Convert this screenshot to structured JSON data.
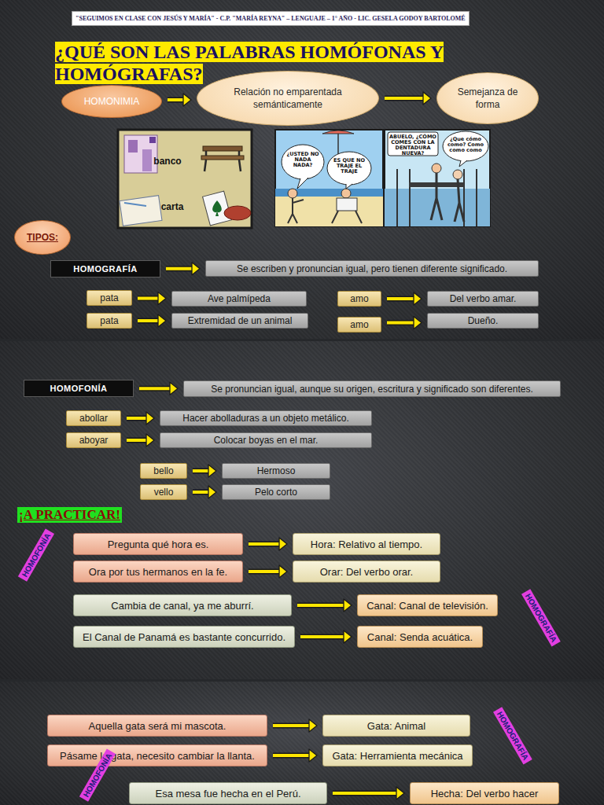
{
  "diagram": {
    "title": "¿QUÉ SON LAS PALABRAS HOMÓFONAS Y HOMÓGRAFAS?",
    "nodes": [
      {
        "text": [
          "HOMONIMIA"
        ]
      },
      {
        "text": [
          "Relación no emparentada semánticamente"
        ]
      },
      {
        "text": [
          "Semejanza de forma"
        ]
      },
      {
        "text": [
          "TIPOS:"
        ]
      },
      {
        "text": [
          "HOMOGRAFÍA"
        ]
      },
      {
        "text": [
          "Se escriben y pronuncian igual, pero tienen diferente significado."
        ]
      },
      {
        "text": [
          "pata"
        ]
      },
      {
        "text": [
          "Ave palmípeda"
        ]
      },
      {
        "text": [
          "pata"
        ]
      },
      {
        "text": [
          "Extremidad de un animal"
        ]
      },
      {
        "text": [
          "amo"
        ]
      },
      {
        "text": [
          "Del verbo amar."
        ]
      },
      {
        "text": [
          "amo"
        ]
      },
      {
        "text": [
          "Dueño."
        ]
      },
      {
        "text": [
          "HOMOFONÍA"
        ]
      },
      {
        "text": [
          "Se pronuncian igual, aunque su origen, escritura y significado son diferentes."
        ]
      },
      {
        "text": [
          "abollar"
        ]
      },
      {
        "text": [
          "Hacer abolladuras a un objeto metálico."
        ]
      },
      {
        "text": [
          "aboyar"
        ]
      },
      {
        "text": [
          "Colocar boyas en el mar."
        ]
      },
      {
        "text": [
          "bello"
        ]
      },
      {
        "text": [
          "Hermoso"
        ]
      },
      {
        "text": [
          "vello"
        ]
      },
      {
        "text": [
          "Pelo corto"
        ]
      },
      {
        "text": [
          "Pregunta qué hora es."
        ]
      },
      {
        "text": [
          "Hora: Relativo al tiempo."
        ]
      },
      {
        "text": [
          "Ora por tus hermanos en la fe."
        ]
      },
      {
        "text": [
          "Orar: Del verbo orar."
        ]
      },
      {
        "text": [
          "Cambia de canal, ya me aburrí."
        ]
      },
      {
        "text": [
          "Canal: Canal de televisión."
        ]
      },
      {
        "text": [
          "El Canal de Panamá es bastante concurrido."
        ]
      },
      {
        "text": [
          "Canal: Senda acuática."
        ]
      },
      {
        "text": [
          "Aquella gata será mi mascota."
        ]
      },
      {
        "text": [
          "Gata: Animal"
        ]
      },
      {
        "text": [
          "Pásame la gata, necesito cambiar la llanta."
        ]
      },
      {
        "text": [
          "Gata: Herramienta mecánica"
        ]
      },
      {
        "text": [
          "Esa mesa fue hecha en el Perú."
        ]
      },
      {
        "text": [
          "Hecha: Del verbo hacer"
        ]
      }
    ],
    "edges": [
      {
        "from": 0,
        "to": 1,
        "arrow": "to"
      },
      {
        "from": 1,
        "to": 2,
        "arrow": "to"
      },
      {
        "from": 4,
        "to": 5,
        "arrow": "to"
      },
      {
        "from": 6,
        "to": 7,
        "arrow": "to"
      },
      {
        "from": 8,
        "to": 9,
        "arrow": "to"
      },
      {
        "from": 10,
        "to": 11,
        "arrow": "to"
      },
      {
        "from": 12,
        "to": 13,
        "arrow": "to"
      },
      {
        "from": 14,
        "to": 15,
        "arrow": "to"
      },
      {
        "from": 16,
        "to": 17,
        "arrow": "to"
      },
      {
        "from": 18,
        "to": 19,
        "arrow": "to"
      },
      {
        "from": 20,
        "to": 21,
        "arrow": "to"
      },
      {
        "from": 22,
        "to": 23,
        "arrow": "to"
      },
      {
        "from": 24,
        "to": 25,
        "arrow": "to"
      },
      {
        "from": 26,
        "to": 27,
        "arrow": "to"
      },
      {
        "from": 28,
        "to": 29,
        "arrow": "to"
      },
      {
        "from": 30,
        "to": 31,
        "arrow": "to"
      },
      {
        "from": 32,
        "to": 33,
        "arrow": "to"
      },
      {
        "from": 34,
        "to": 35,
        "arrow": "to"
      },
      {
        "from": 36,
        "to": 37,
        "arrow": "to"
      }
    ],
    "labels": [
      "\"SEGUIMOS EN CLASE CON JESÚS Y MARÍA\" - C.P. \"MARÍA REYNA\" – LENGUAJE – 1° AÑO - LIC. GESELA GODOY BARTOLOMÉ",
      "banco",
      "carta",
      "¿USTED NO NADA NADA?",
      "ES QUE NO TRAJE EL TRAJE",
      "ABUELO, ¿CÓMO COMES CON LA DENTADURA NUEVA?",
      "¿Que cómo como? Como como como",
      "¡A PRACTICAR!",
      "HOMOFONÍA",
      "HOMOGRAFÍA",
      "HOMOGRAFÍA",
      "HOMOFONÍA"
    ]
  }
}
